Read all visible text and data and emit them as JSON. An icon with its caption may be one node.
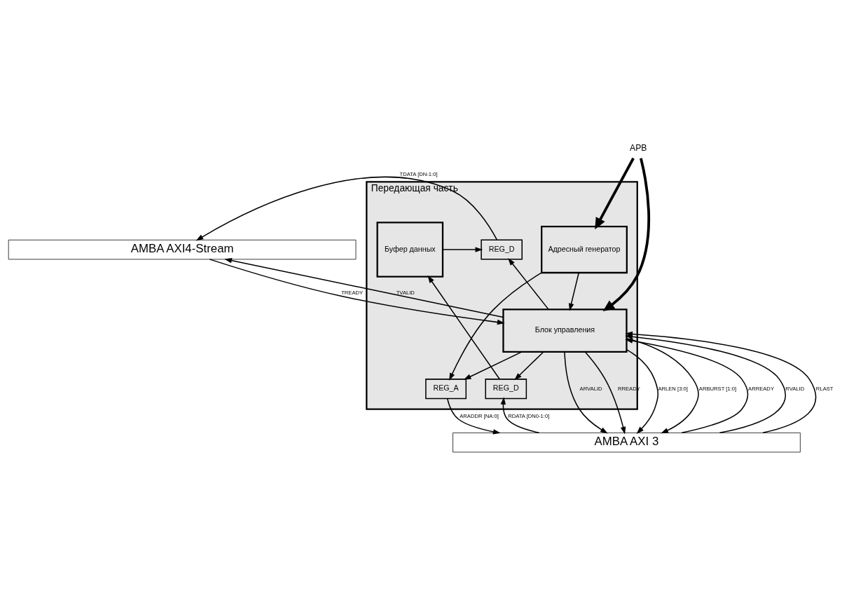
{
  "diagram": {
    "nodes": [
      {
        "text": [
          "AMBA AXI4-Stream"
        ]
      },
      {
        "text": [
          "Передающая часть"
        ]
      },
      {
        "text": [
          "Адресный генератор"
        ],
        "in": 1
      },
      {
        "text": [
          "REG_A"
        ],
        "in": 1
      },
      {
        "text": [
          "Блок управления"
        ],
        "in": 1
      },
      {
        "text": [
          "REG_D"
        ],
        "in": 1
      },
      {
        "text": [
          "Буфер данных"
        ],
        "in": 1
      },
      {
        "text": [
          "REG_D"
        ],
        "in": 1
      },
      {
        "text": [
          "APB"
        ]
      },
      {
        "text": [
          "AMBA AXI 3"
        ]
      }
    ],
    "edges": [
      {
        "from": 8,
        "to": 2,
        "arrow": "to",
        "style": "thick"
      },
      {
        "from": 8,
        "to": 4,
        "arrow": "to",
        "style": "thick"
      },
      {
        "from": 0,
        "to": 4,
        "arrow": "to",
        "label": "TREADY"
      },
      {
        "from": 4,
        "to": 0,
        "arrow": "to",
        "label": "TVALID"
      },
      {
        "from": 5,
        "to": 0,
        "arrow": "to",
        "label": "TDATA [DN-1:0]"
      },
      {
        "from": 4,
        "to": 5,
        "arrow": "to"
      },
      {
        "from": 6,
        "to": 5,
        "arrow": "to"
      },
      {
        "from": 2,
        "to": 4,
        "arrow": "to"
      },
      {
        "from": 4,
        "to": 3,
        "arrow": "to"
      },
      {
        "from": 2,
        "to": 3,
        "arrow": "to"
      },
      {
        "from": 4,
        "to": 7,
        "arrow": "to"
      },
      {
        "from": 7,
        "to": 6,
        "arrow": "to"
      },
      {
        "from": 3,
        "to": 9,
        "arrow": "to",
        "label": "ARADDR [NA:0]"
      },
      {
        "from": 4,
        "to": 9,
        "arrow": "to",
        "label": "ARLEN [3:0]"
      },
      {
        "from": 4,
        "to": 9,
        "arrow": "to",
        "label": "ARBURST [1:0]"
      },
      {
        "from": 4,
        "to": 9,
        "arrow": "to",
        "label": "ARVALID"
      },
      {
        "from": 9,
        "to": 4,
        "arrow": "to",
        "label": "ARREADY"
      },
      {
        "from": 9,
        "to": 4,
        "arrow": "to",
        "label": "RVALID"
      },
      {
        "from": 9,
        "to": 4,
        "arrow": "to",
        "label": "RLAST"
      },
      {
        "from": 4,
        "to": 9,
        "arrow": "to",
        "label": "RREADY"
      },
      {
        "from": 9,
        "to": 7,
        "arrow": "to",
        "label": "RDATA [DN0-1:0]"
      }
    ]
  }
}
